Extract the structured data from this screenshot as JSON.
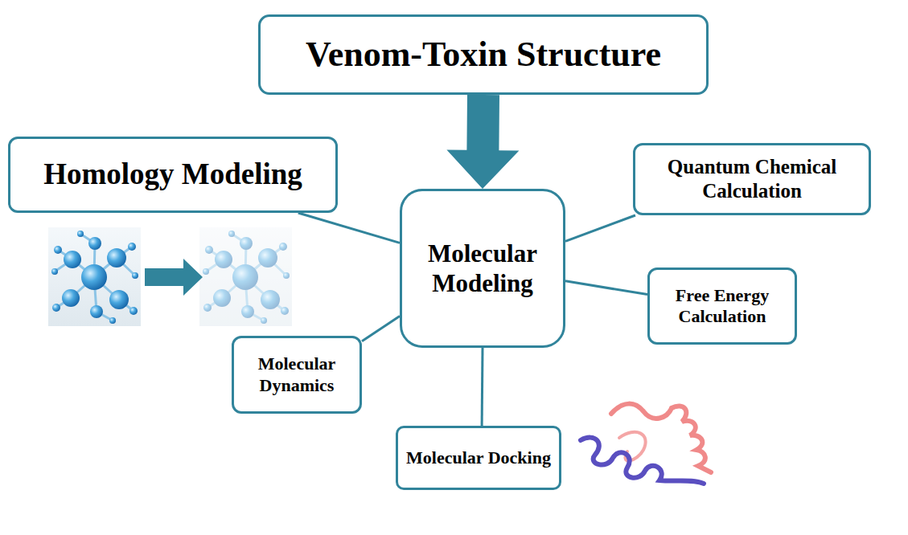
{
  "diagram": {
    "nodes": [
      {
        "text": [
          "Venom-Toxin Structure"
        ]
      },
      {
        "text": [
          "Molecular Modeling"
        ]
      },
      {
        "text": [
          "Homology Modeling"
        ]
      },
      {
        "text": [
          "Quantum Chemical Calculation"
        ]
      },
      {
        "text": [
          "Free Energy Calculation"
        ]
      },
      {
        "text": [
          "Molecular Dynamics"
        ]
      },
      {
        "text": [
          "Molecular Docking"
        ]
      }
    ],
    "edges": [
      {
        "from": 0,
        "to": 1,
        "arrow": "to"
      },
      {
        "from": 1,
        "to": 2,
        "arrow": "none"
      },
      {
        "from": 1,
        "to": 3,
        "arrow": "none"
      },
      {
        "from": 1,
        "to": 4,
        "arrow": "none"
      },
      {
        "from": 1,
        "to": 5,
        "arrow": "none"
      },
      {
        "from": 1,
        "to": 6,
        "arrow": "none"
      }
    ]
  }
}
